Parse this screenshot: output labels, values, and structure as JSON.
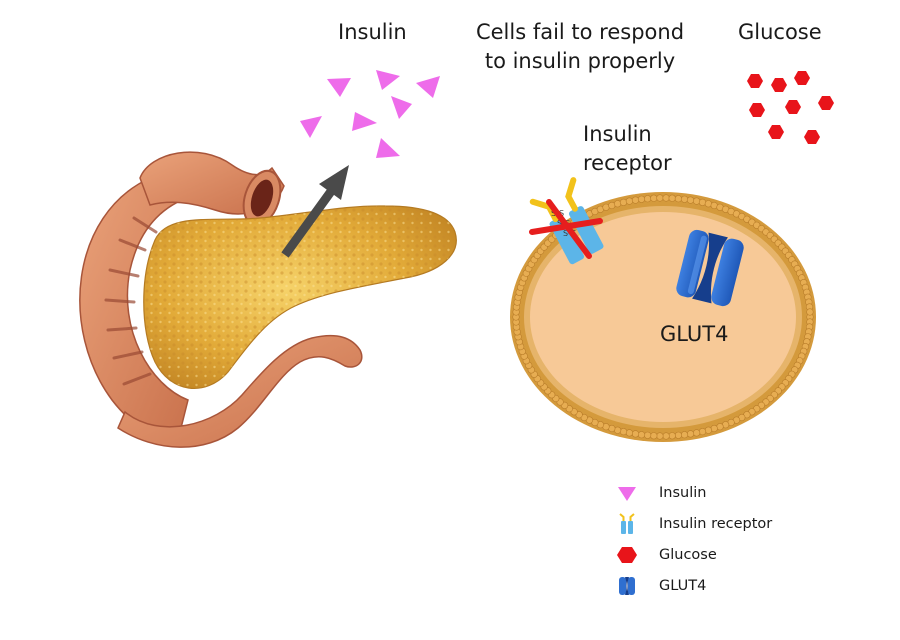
{
  "labels": {
    "insulin": "Insulin",
    "cells_fail": [
      "Cells fail to respond",
      "to insulin properly"
    ],
    "glucose": "Glucose",
    "receptor": [
      "Insulin",
      "receptor"
    ],
    "glut4": "GLUT4"
  },
  "receptor_marks": [
    "S-S",
    "S-S",
    "S-S"
  ],
  "legend": [
    {
      "icon": "insulin-triangle-icon",
      "label": "Insulin"
    },
    {
      "icon": "insulin-receptor-icon",
      "label": "Insulin receptor"
    },
    {
      "icon": "glucose-hexagon-icon",
      "label": "Glucose"
    },
    {
      "icon": "glut4-transporter-icon",
      "label": "GLUT4"
    }
  ],
  "colors": {
    "insulin": "#ee6cea",
    "glucose": "#e8141a",
    "receptor": "#5cb5e8",
    "receptor_arm": "#f2c21b",
    "glut4": "#2f6fd0",
    "glut4_dark": "#163e8c",
    "cell_fill": "#f7c997",
    "membrane": "#d49a3c",
    "cross": "#e61e1e",
    "arrow": "#4a4a4a",
    "pancreas": "#e3b136",
    "intestine": "#d48860"
  }
}
